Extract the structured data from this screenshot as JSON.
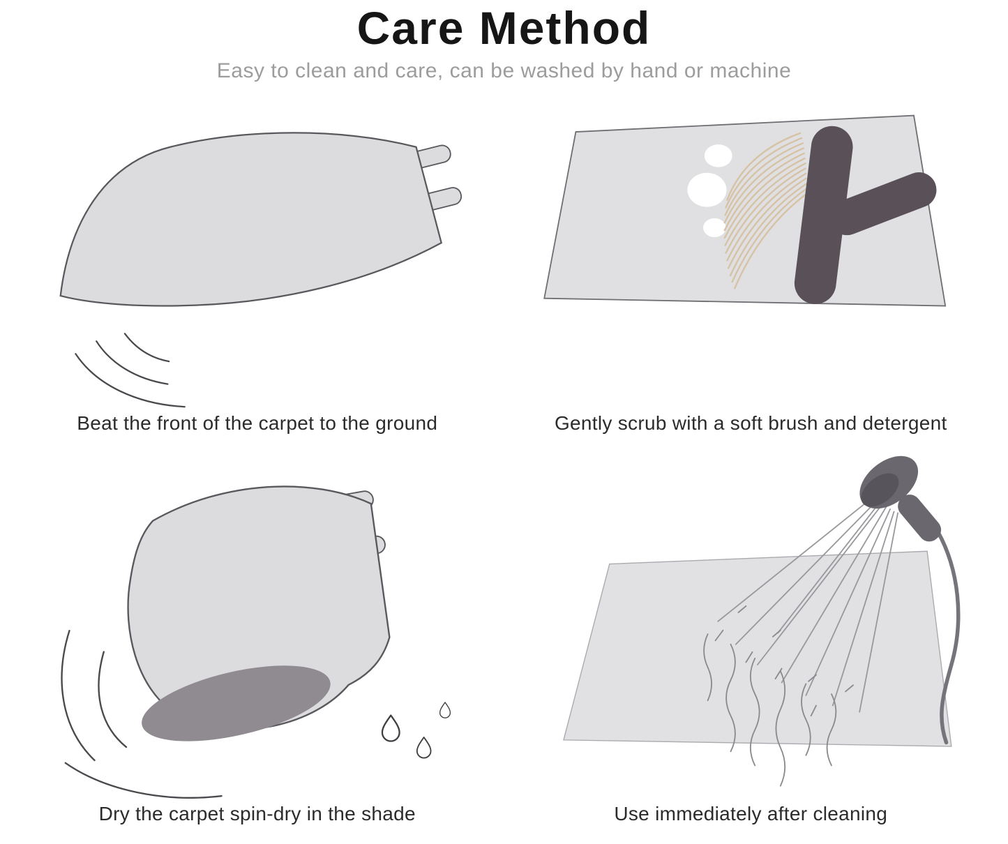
{
  "page": {
    "title": "Care Method",
    "subtitle": "Easy to clean and care, can be washed by hand or machine"
  },
  "steps": [
    {
      "id": "beat",
      "icon": "carpet-beating-illustration",
      "caption": "Beat the front of the carpet to the ground"
    },
    {
      "id": "scrub",
      "icon": "brush-scrub-illustration",
      "caption": "Gently scrub with a soft brush and detergent"
    },
    {
      "id": "dry",
      "icon": "carpet-drying-illustration",
      "caption": "Dry the carpet spin-dry in the shade"
    },
    {
      "id": "rinse",
      "icon": "shower-rinse-illustration",
      "caption": "Use immediately after cleaning"
    }
  ],
  "colors": {
    "title": "#161616",
    "subtitle": "#9c9c9c",
    "caption": "#2b2b2b",
    "carpet_fill": "#dcdcdf",
    "carpet_stroke": "#59595d",
    "carpet_underside": "#8f8b90",
    "mat_fill": "#e0e0e3",
    "brush_body": "#5a5158",
    "bristles": "#d6c2a4",
    "foam": "#ffffff",
    "water_lines": "#8b898e",
    "background": "#ffffff"
  }
}
